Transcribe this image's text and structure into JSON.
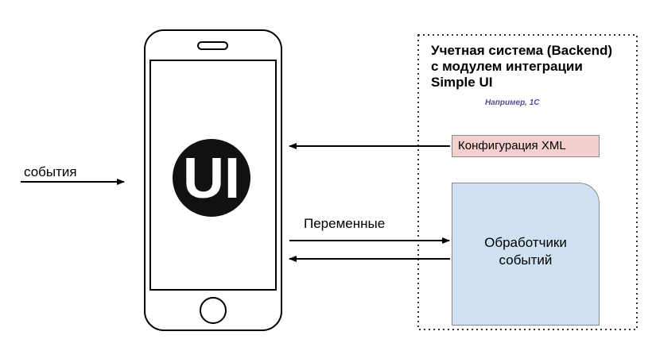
{
  "phone": {
    "logo_text": "UI"
  },
  "labels": {
    "events": "события",
    "variables": "Переменные"
  },
  "backend": {
    "title": "Учетная система (Backend) с модулем интеграции Simple UI",
    "example": "Например, 1С",
    "config_label": "Конфигурация XML",
    "handlers_label": "Обработчики\nсобытий"
  },
  "colors": {
    "config_fill": "#f3cfcd",
    "handlers_fill": "#cfe1f3",
    "example_text": "#5b4a96",
    "logo_circle": "#111111"
  },
  "icons": {
    "phone": "smartphone-icon",
    "logo": "simple-ui-logo"
  }
}
